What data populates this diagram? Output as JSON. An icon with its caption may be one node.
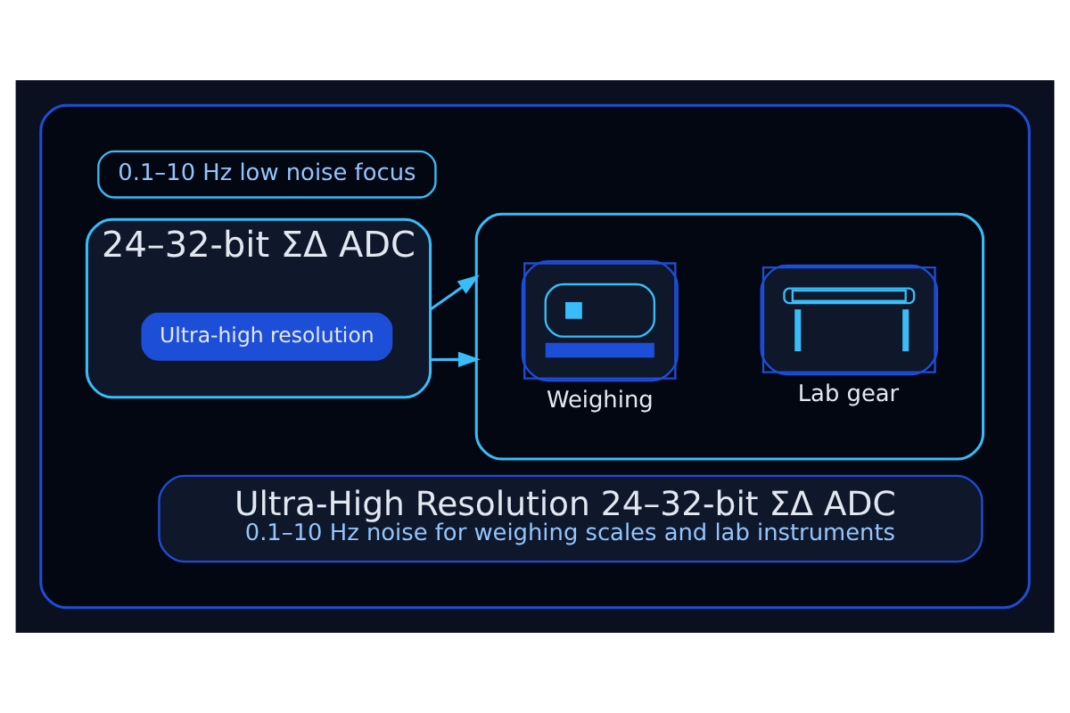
{
  "diagram": {
    "nodes": [
      {
        "text": [],
        "shape": "box"
      },
      {
        "text": [
          "0.1–10 Hz low noise focus"
        ],
        "in": 0
      },
      {
        "text": [
          "24–32-bit ΣΔ ADC"
        ],
        "in": 0
      },
      {
        "text": [
          "Ultra-high resolution"
        ],
        "in": 2
      },
      {
        "text": [],
        "shape": "box",
        "in": 0
      },
      {
        "text": [
          "Weighing"
        ],
        "in": 4
      },
      {
        "text": [
          "Lab gear"
        ],
        "in": 4
      },
      {
        "text": [
          "Ultra-High Resolution 24–32-bit ΣΔ ADC",
          "0.1–10 Hz noise for weighing scales and lab instruments"
        ],
        "in": 0
      }
    ],
    "edges": [
      {
        "from": 2,
        "to": 4,
        "arrow": "to"
      },
      {
        "from": 2,
        "to": 4,
        "arrow": "to"
      }
    ]
  }
}
